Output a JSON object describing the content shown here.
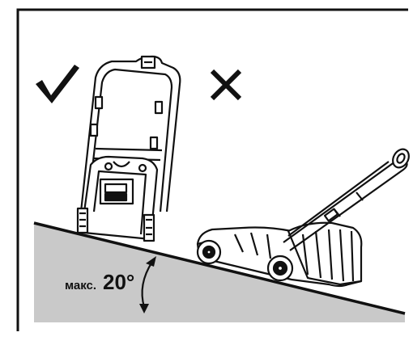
{
  "slope_label": {
    "prefix": "макс.",
    "value": "20°"
  },
  "marks": {
    "correct": "check-mark",
    "wrong": "cross-mark"
  },
  "colors": {
    "slope_fill": "#c9c9c9",
    "line": "#111111",
    "background": "#ffffff"
  }
}
